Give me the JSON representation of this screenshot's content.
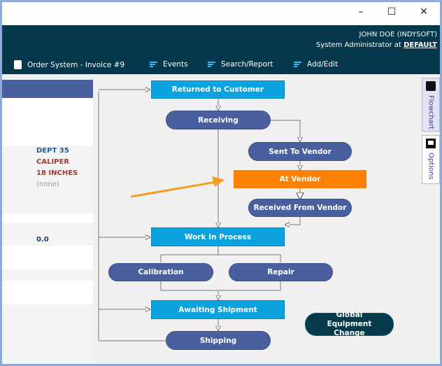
{
  "window": {
    "controls": [
      "minimize",
      "maximize",
      "close"
    ]
  },
  "header": {
    "user": "JOHN DOE (INDYSOFT)",
    "role_prefix": "System Administrator at",
    "role_link": "DEFAULT",
    "title": "Order System - Invoice #9",
    "nav": [
      "Events",
      "Search/Report",
      "Add/Edit"
    ]
  },
  "details": {
    "dept": "DEPT 35",
    "item": "CALIPER",
    "size": "18 INCHES",
    "none": "(none)",
    "amount": "0.0"
  },
  "flowchart": {
    "nodes": {
      "returned": "Returned to Customer",
      "receiving": "Receiving",
      "sent": "Sent To Vendor",
      "at_vendor": "At Vendor",
      "received": "Received From Vendor",
      "wip": "Work In Process",
      "calibration": "Calibration",
      "repair": "Repair",
      "awaiting": "Awaiting Shipment",
      "shipping": "Shipping",
      "global": "Global Equipment Change"
    },
    "active": "At Vendor",
    "colors": {
      "status": "#0aa3e0",
      "step": "#4a5f9e",
      "active": "#ff7f00",
      "pointer": "#f39c1f"
    }
  },
  "side_tabs": [
    "Flowchart",
    "Options"
  ]
}
